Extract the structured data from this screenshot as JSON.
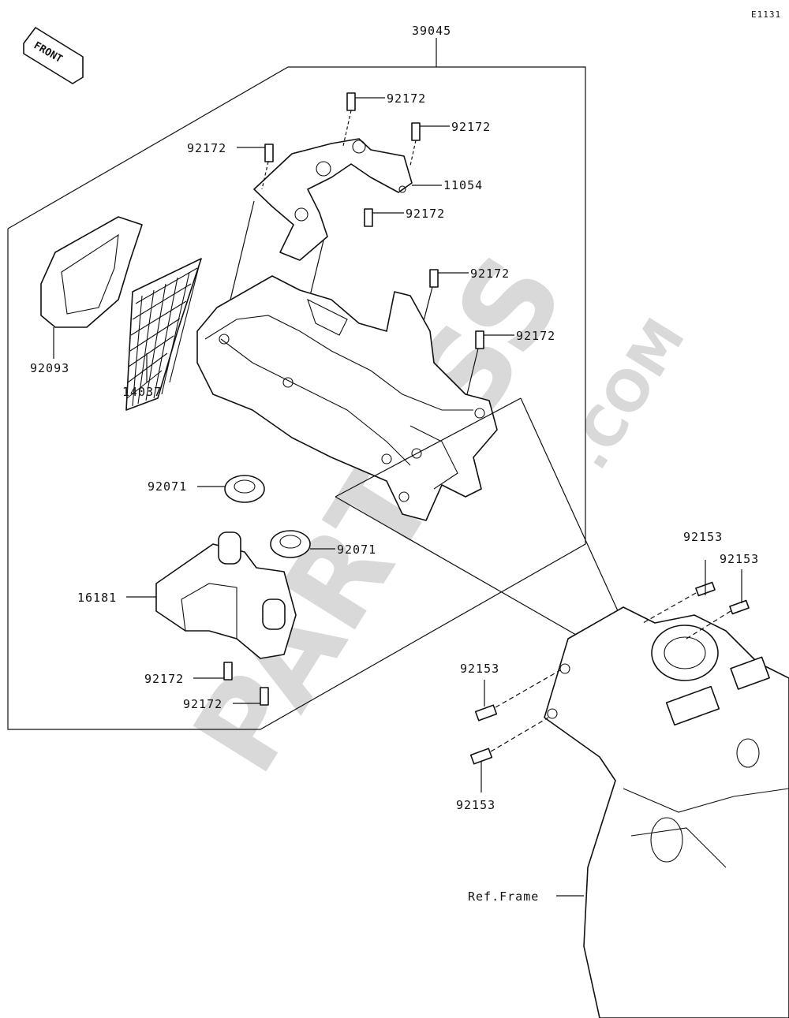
{
  "diagram_code": "E1131",
  "direction_badge": "FRONT",
  "watermark": {
    "main": "PARTSSS",
    "suffix": ".COM"
  },
  "parts": {
    "assembly": "39045",
    "bracket": "11054",
    "bolt": "92172",
    "cover": "92093",
    "mesh": "14037",
    "grommet": "92071",
    "box": "16181",
    "screw": "92153",
    "frame_ref": "Ref.Frame"
  },
  "colors": {
    "ink": "#111111",
    "watermark": "#d9d9d9",
    "paper": "#ffffff"
  }
}
